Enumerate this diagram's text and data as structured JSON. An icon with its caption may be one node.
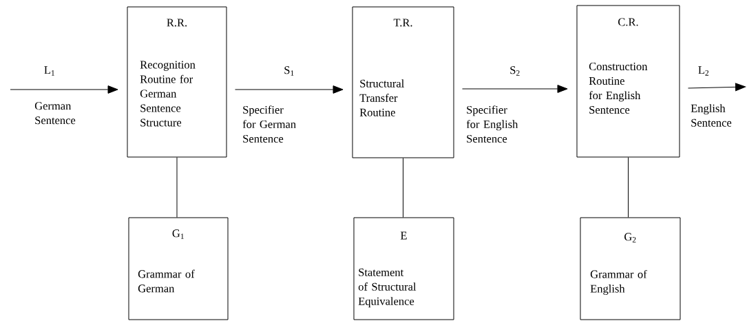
{
  "diagram": {
    "nodes": [
      {
        "text": [
          "R.R.",
          "Recognition Routine for German Sentence Structure"
        ]
      },
      {
        "text": [
          "T.R.",
          "Structural Transfer Routine"
        ]
      },
      {
        "text": [
          "C.R.",
          "Construction Routine for English Sentence"
        ]
      },
      {
        "text": [
          "G$_{1}$",
          "Grammar of German"
        ]
      },
      {
        "text": [
          "E",
          "Statement of Structural Equivalence"
        ]
      },
      {
        "text": [
          "G$_{2}$",
          "Grammar of English"
        ]
      }
    ],
    "edges": [
      {
        "from": null,
        "to": 0,
        "arrow": "to",
        "label": "L$_{1}$"
      },
      {
        "from": 0,
        "to": 1,
        "arrow": "to",
        "label": "S$_{1}$"
      },
      {
        "from": 1,
        "to": 2,
        "arrow": "to",
        "label": "S$_{2}$"
      },
      {
        "from": 2,
        "to": null,
        "arrow": "to",
        "label": "L$_{2}$"
      },
      {
        "from": 0,
        "to": 3,
        "arrow": "none"
      },
      {
        "from": 1,
        "to": 4,
        "arrow": "none"
      },
      {
        "from": 2,
        "to": 5,
        "arrow": "none"
      }
    ],
    "labels": [
      "German Sentence",
      "Specifier for German Sentence",
      "Specifier for English Sentence",
      "English Sentence"
    ]
  }
}
